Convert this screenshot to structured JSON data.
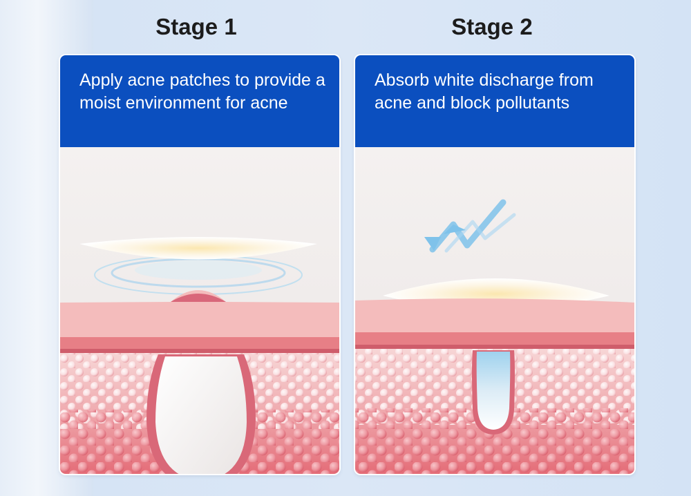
{
  "stages": [
    {
      "title": "Stage 1",
      "description": "Apply acne patches to provide a moist environment for acne"
    },
    {
      "title": "Stage 2",
      "description": "Absorb white discharge from acne and block pollutants"
    }
  ],
  "colors": {
    "header_blue": "#0b4fbf",
    "skin_pink": "#f3b9b8",
    "tissue_red": "#e8727c",
    "arrow_blue": "#5fb6e6"
  }
}
